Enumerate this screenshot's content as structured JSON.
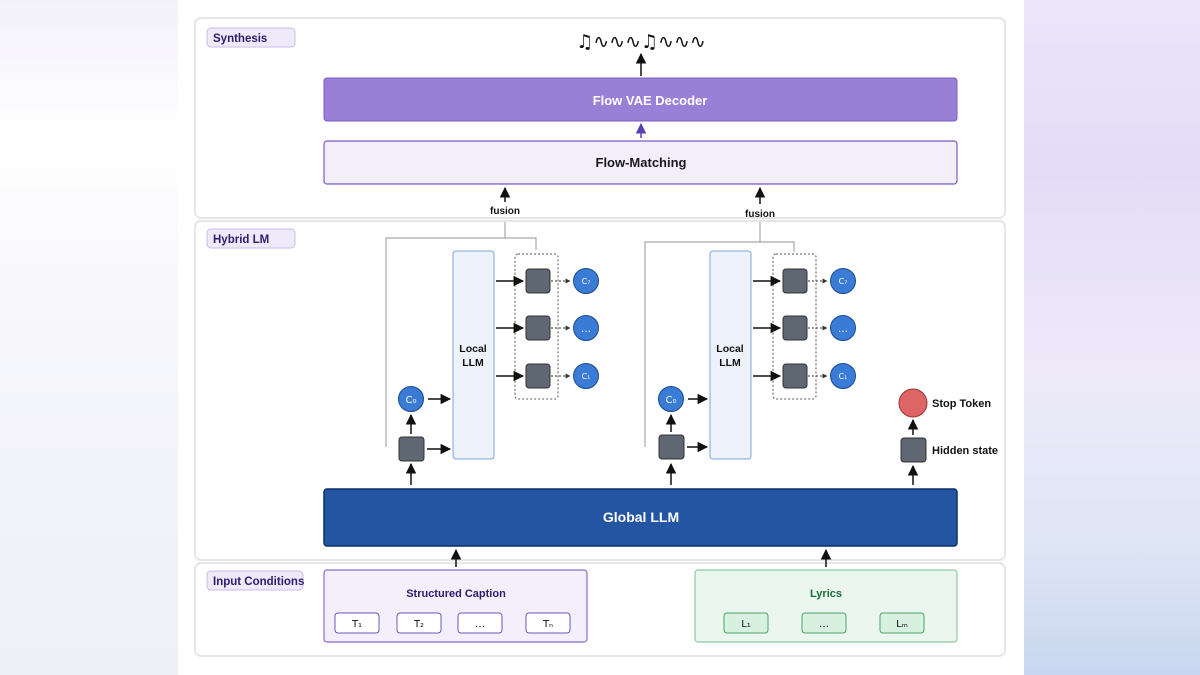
{
  "sections": {
    "synthesis": "Synthesis",
    "hybrid_lm": "Hybrid LM",
    "input_conditions": "Input Conditions"
  },
  "synthesis": {
    "decoder": "Flow VAE Decoder",
    "flow_matching": "Flow-Matching",
    "audio_glyph": "♫∿∿∿♫∿∿∿",
    "fusion_label": "fusion"
  },
  "hybrid": {
    "local_llm_line1": "Local",
    "local_llm_line2": "LLM",
    "c0": "C₀",
    "c7": "C₇",
    "ellipsis": "…",
    "c1": "C₁",
    "stop_token": "Stop Token",
    "hidden_state": "Hidden state",
    "global_llm": "Global LLM"
  },
  "inputs": {
    "caption": {
      "title": "Structured Caption",
      "tokens": [
        "T₁",
        "T₂",
        "…",
        "Tₙ"
      ]
    },
    "lyrics": {
      "title": "Lyrics",
      "tokens": [
        "L₁",
        "…",
        "Lₘ"
      ]
    }
  },
  "colors": {
    "purple_dark": "#9b7fd6",
    "purple_light": "#f1ecfb",
    "global_blue": "#2355a2",
    "token_blue": "#3a7bd5",
    "stop_red": "#dd6565",
    "hidden_gray": "#5f6773",
    "lyrics_green": "#e9f6ee"
  }
}
